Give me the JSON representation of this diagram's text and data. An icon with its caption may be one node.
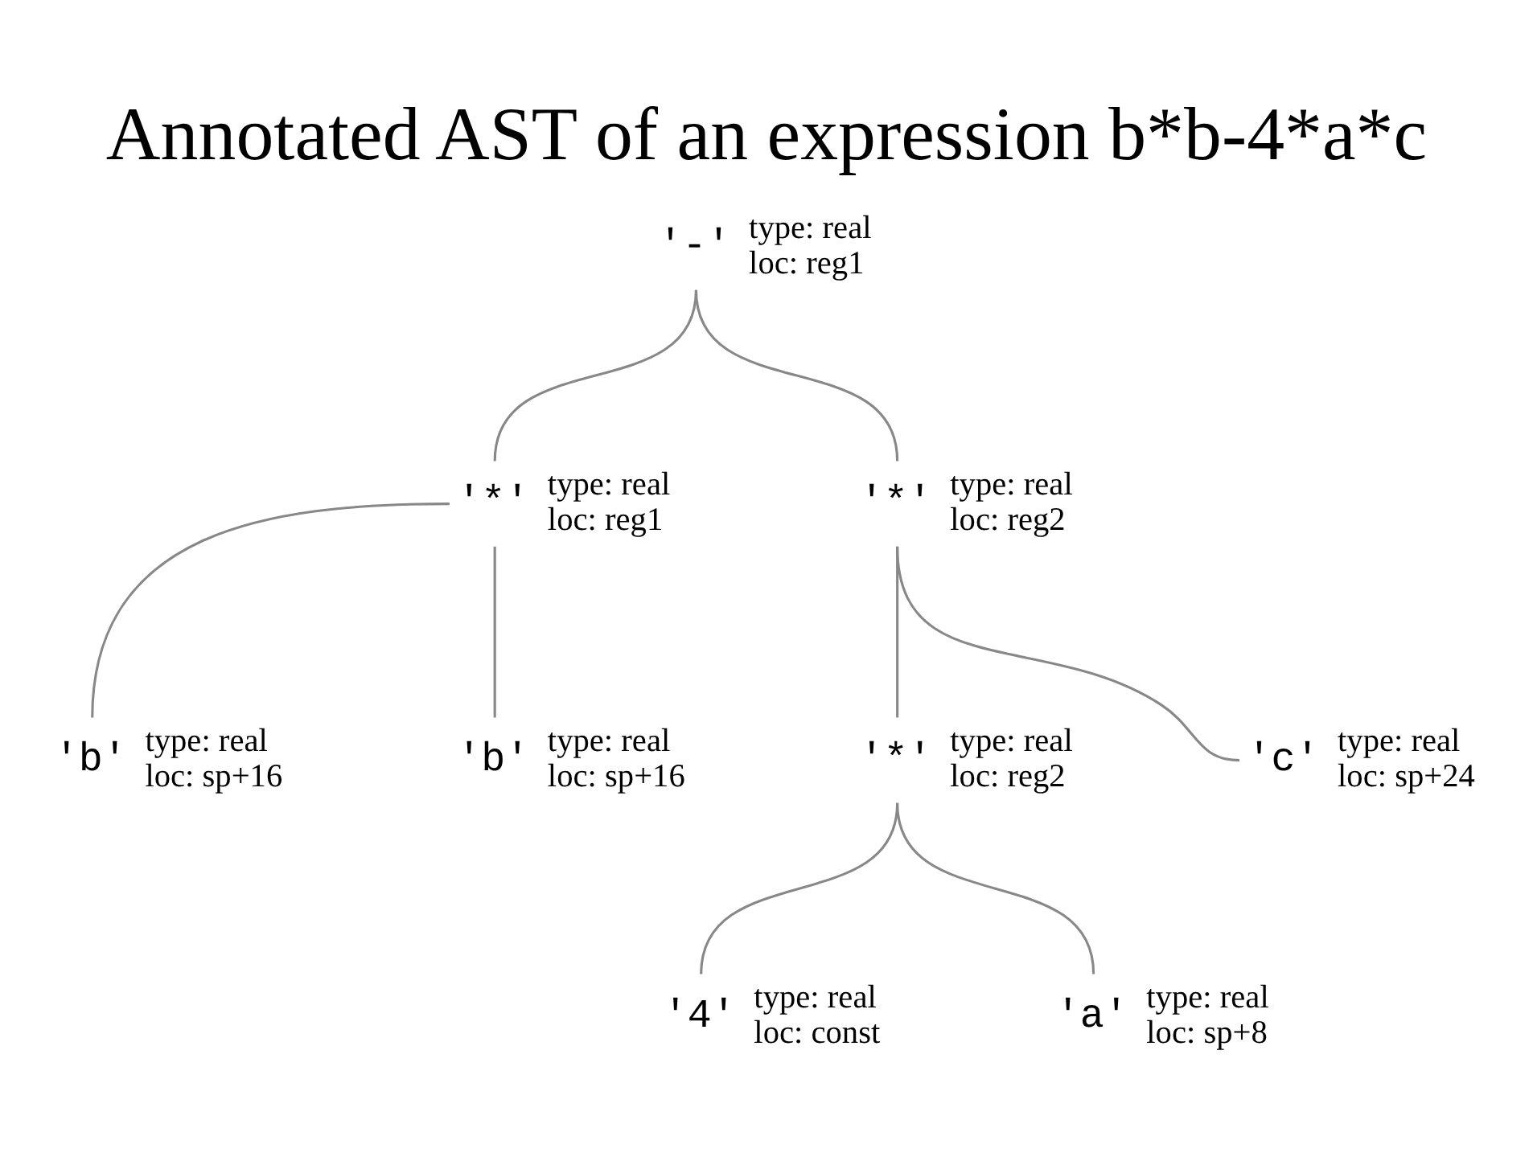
{
  "diagram": {
    "title": "Annotated AST of an expression b*b-4*a*c",
    "nodes": [
      {
        "text": [
          "'-'"
        ],
        "beside": [
          "type: real",
          "loc: reg1"
        ]
      },
      {
        "text": [
          "'*'"
        ],
        "beside": [
          "type: real",
          "loc: reg1"
        ]
      },
      {
        "text": [
          "'*'"
        ],
        "beside": [
          "type: real",
          "loc: reg2"
        ]
      },
      {
        "text": [
          "'b'"
        ],
        "beside": [
          "type: real",
          "loc: sp+16"
        ]
      },
      {
        "text": [
          "'b'"
        ],
        "beside": [
          "type: real",
          "loc: sp+16"
        ]
      },
      {
        "text": [
          "'*'"
        ],
        "beside": [
          "type: real",
          "loc: reg2"
        ]
      },
      {
        "text": [
          "'c'"
        ],
        "beside": [
          "type: real",
          "loc: sp+24"
        ]
      },
      {
        "text": [
          "'4'"
        ],
        "beside": [
          "type: real",
          "loc: const"
        ]
      },
      {
        "text": [
          "'a'"
        ],
        "beside": [
          "type: real",
          "loc: sp+8"
        ]
      }
    ],
    "edges": [
      {
        "from": 0,
        "to": 1,
        "arrow": "none"
      },
      {
        "from": 0,
        "to": 2,
        "arrow": "none"
      },
      {
        "from": 1,
        "to": 3,
        "arrow": "none"
      },
      {
        "from": 1,
        "to": 4,
        "arrow": "none"
      },
      {
        "from": 2,
        "to": 5,
        "arrow": "none"
      },
      {
        "from": 2,
        "to": 6,
        "arrow": "none"
      },
      {
        "from": 5,
        "to": 7,
        "arrow": "none"
      },
      {
        "from": 5,
        "to": 8,
        "arrow": "none"
      }
    ]
  }
}
